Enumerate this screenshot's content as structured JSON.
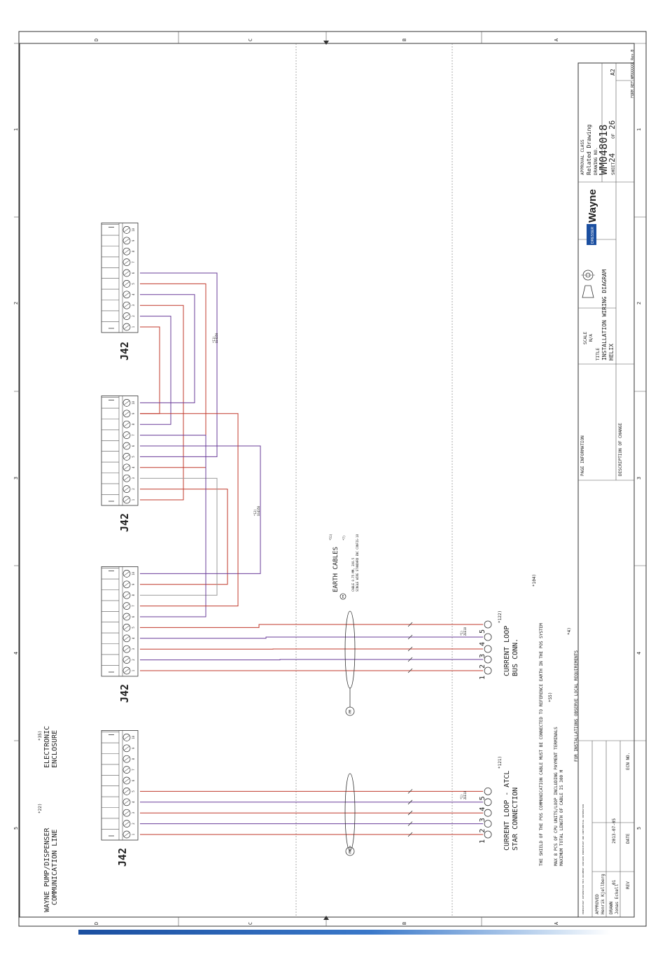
{
  "frame": {
    "zone_letters": [
      "D",
      "C",
      "B",
      "A"
    ],
    "zone_numbers": [
      "1",
      "2",
      "3",
      "4",
      "5"
    ]
  },
  "connectors": {
    "label": "J42",
    "pin_labels": [
      "1",
      "2",
      "3",
      "4",
      "5",
      "6",
      "7",
      "8",
      "9",
      "10"
    ]
  },
  "left_labels": {
    "pump_line": "WAYNE PUMP/DISPENSER",
    "pump_line_2": "COMMUNICATION LINE",
    "pump_ref": "*22)",
    "enclosure": "ELECTRONIC",
    "enclosure_2": "ENCLOSURE",
    "enclosure_ref": "*35)"
  },
  "wire_tags": [
    {
      "ref": "*11)",
      "code": "SS4350"
    },
    {
      "ref": "*12)",
      "code": "SS4350"
    }
  ],
  "current_loops": [
    {
      "pins": [
        "1",
        "2",
        "3",
        "4",
        "5"
      ],
      "ref": "*121)",
      "title": "CURRENT LOOP - ATCL",
      "subtitle": "STAR CONNECTION",
      "tag": "ZEE18",
      "tag_ref": "*1)"
    },
    {
      "pins": [
        "1",
        "2",
        "3",
        "4",
        "5"
      ],
      "ref": "*122)",
      "title": "CURRENT LOOP",
      "subtitle": "BUS CONN.",
      "tag": "ZEE18",
      "tag_ref": "*1)"
    }
  ],
  "earth": {
    "title": "EARTH CABLES",
    "title_ref": "*51)",
    "symbol": "E",
    "line1": "CABLE 0.75 MM, 2X0.5",
    "line2": "SINGLE WIRE STANDARD ENC CONFIG-18",
    "note_ref": "*7)"
  },
  "notes": {
    "shield": "THE SHIELD OF THE POS COMMUNICATION CABLE MUST BE CONNECTED TO REFERENCE EARTH IN THE POS SYSTEM",
    "shield_ref": "*104)",
    "max_line1": "MAX 8 PCS OF CPU UNITS/LOOP INCLUDING PAYMENT TERMINALS",
    "max_line2": "MAXIMUM TOTAL LENGTH OF CABLE IS 300 M",
    "max_ref": "*55)",
    "install": "FOR INSTALLATIONS OBSERVE LOCAL REQUIREMENTS",
    "install_ref": "*4)"
  },
  "title_block": {
    "approval_class_label": "APPROVAL CLASS",
    "approval_class": "Related Drawing",
    "drawing_no_label": "DRAWING NO.",
    "drawing_no": "WM048018",
    "sheet_label": "SHEET",
    "sheet": "24",
    "of_label": "OF",
    "sheets": "26",
    "size": "A2",
    "brand": "Wayne",
    "brand_sub": "DRESSER",
    "scale_label": "SCALE",
    "scale": "N/A",
    "title_label": "TITLE",
    "title": "INSTALLATION WIRING DIAGRAM",
    "subtitle": "HELIX",
    "page_info": "PAGE INFORMATION",
    "desc_change": "DESCRIPTION OF CHANGE",
    "ecn_label": "ECN NO.",
    "date_label": "DATE",
    "date": "2013-07-05",
    "rev_label": "REV",
    "rev": "01",
    "approved_label": "APPROVED",
    "approved": "Henrik Kjellberg",
    "drawn_label": "DRAWN",
    "drawn": "Jonas Eckell",
    "form_ref": "FORM REF WMXXXXXX Rev.B",
    "proprietary": "PROPRIETARY INFORMATION THIS DOCUMENT CONTAINS PROPRIETARY AND CONFIDENTIAL INFORMATION"
  }
}
